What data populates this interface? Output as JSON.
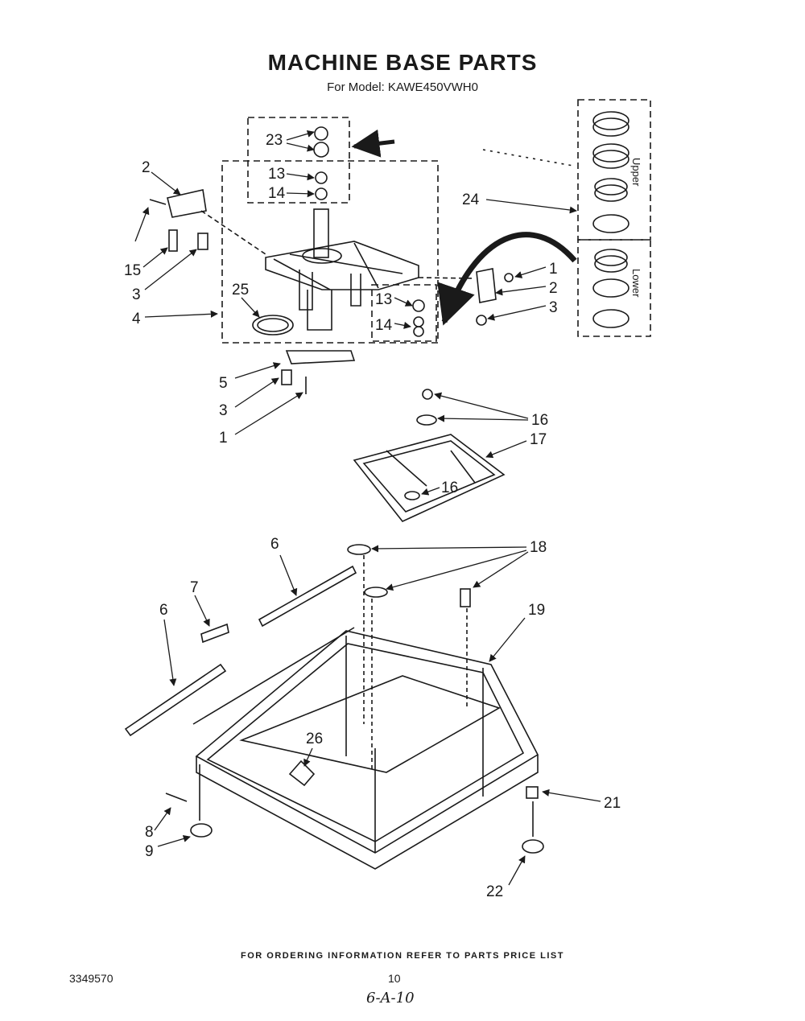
{
  "title": "MACHINE BASE PARTS",
  "subtitle": "For Model: KAWE450VWH0",
  "footer": "FOR ORDERING INFORMATION REFER TO PARTS PRICE LIST",
  "doc_number": "3349570",
  "page_number": "10",
  "handwritten_note": "6-A-10",
  "side_labels": {
    "upper": "Upper",
    "lower": "Lower"
  },
  "callouts": {
    "c1a": "1",
    "c1b": "1",
    "c2a": "2",
    "c2b": "2",
    "c3a": "3",
    "c3b": "3",
    "c3c": "3",
    "c4": "4",
    "c5": "5",
    "c6a": "6",
    "c6b": "6",
    "c7": "7",
    "c8": "8",
    "c9": "9",
    "c13a": "13",
    "c13b": "13",
    "c14a": "14",
    "c14b": "14",
    "c15": "15",
    "c16a": "16",
    "c16b": "16",
    "c17": "17",
    "c18": "18",
    "c19": "19",
    "c21": "21",
    "c22": "22",
    "c23": "23",
    "c24": "24",
    "c25": "25",
    "c26": "26"
  }
}
